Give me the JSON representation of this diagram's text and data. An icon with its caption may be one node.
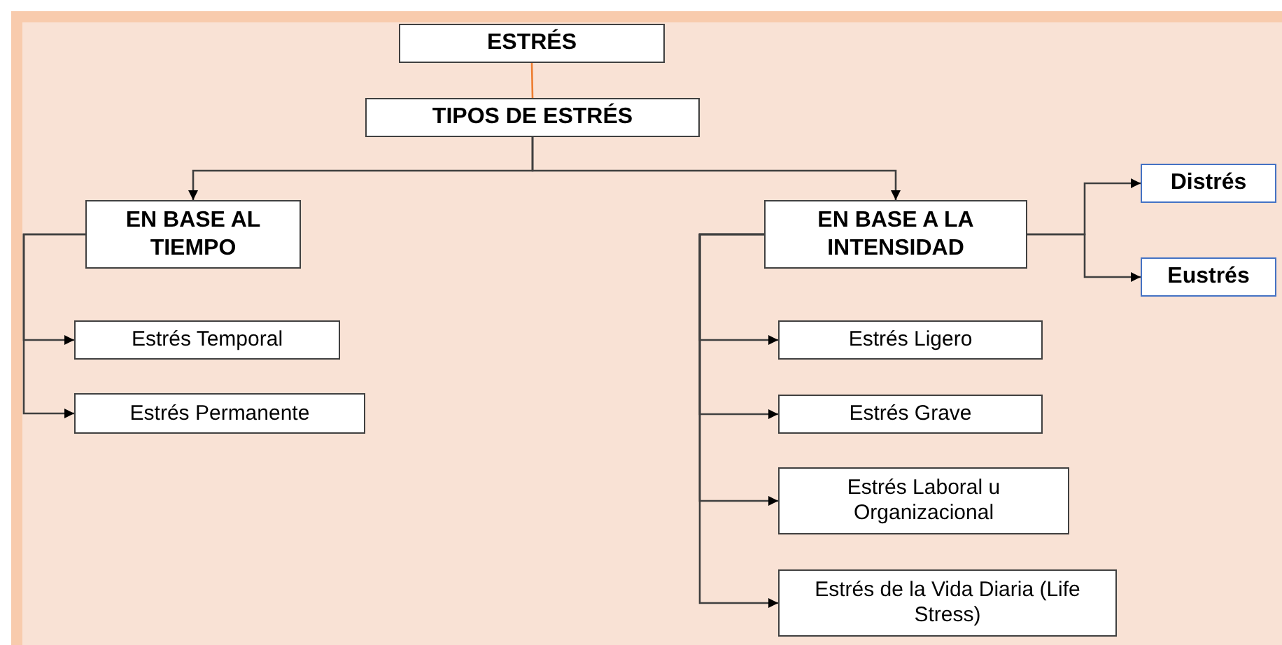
{
  "diagram": {
    "nodes": [
      {
        "text": [
          "ESTRÉS"
        ]
      },
      {
        "text": [
          "TIPOS DE ESTRÉS"
        ]
      },
      {
        "text": [
          "EN BASE AL TIEMPO"
        ]
      },
      {
        "text": [
          "EN BASE A LA INTENSIDAD"
        ]
      },
      {
        "text": [
          "Distrés"
        ]
      },
      {
        "text": [
          "Eustrés"
        ]
      },
      {
        "text": [
          "Estrés Temporal"
        ]
      },
      {
        "text": [
          "Estrés Permanente"
        ]
      },
      {
        "text": [
          "Estrés Ligero"
        ]
      },
      {
        "text": [
          "Estrés Grave"
        ]
      },
      {
        "text": [
          "Estrés Laboral u Organizacional"
        ]
      },
      {
        "text": [
          "Estrés de la Vida Diaria (Life Stress)"
        ]
      }
    ],
    "edges": [
      {
        "from": 0,
        "to": 1,
        "arrow": "none",
        "color": "#ed7d31"
      },
      {
        "from": 1,
        "to": 2,
        "arrow": "to"
      },
      {
        "from": 1,
        "to": 3,
        "arrow": "to"
      },
      {
        "from": 3,
        "to": 4,
        "arrow": "to"
      },
      {
        "from": 3,
        "to": 5,
        "arrow": "to"
      },
      {
        "from": 2,
        "to": 6,
        "arrow": "to"
      },
      {
        "from": 2,
        "to": 7,
        "arrow": "to"
      },
      {
        "from": 3,
        "to": 8,
        "arrow": "to"
      },
      {
        "from": 3,
        "to": 9,
        "arrow": "to"
      },
      {
        "from": 3,
        "to": 10,
        "arrow": "to"
      },
      {
        "from": 3,
        "to": 11,
        "arrow": "to"
      }
    ]
  }
}
